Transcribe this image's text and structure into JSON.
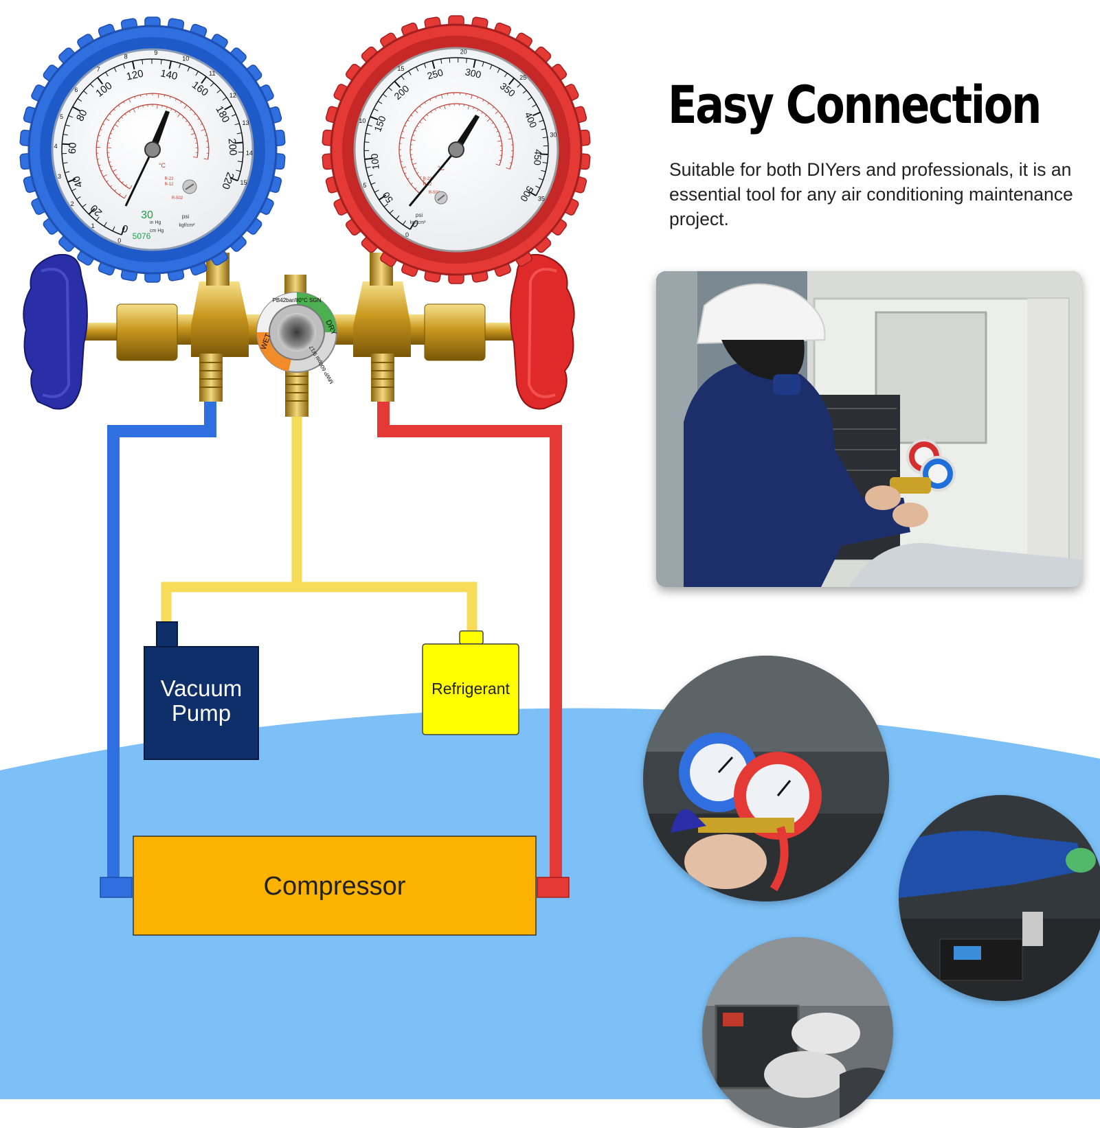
{
  "headline": "Easy Connection",
  "description": "Suitable for both DIYers and professionals, it is an essential tool for any air conditioning maintenance project.",
  "diagram": {
    "vacuum_pump_line1": "Vacuum",
    "vacuum_pump_line2": "Pump",
    "refrigerant": "Refrigerant",
    "compressor": "Compressor"
  },
  "low_gauge": {
    "psi_ticks": [
      "0",
      "20",
      "40",
      "60",
      "80",
      "100",
      "120",
      "140",
      "160",
      "180",
      "200",
      "220"
    ],
    "kgf_ticks": [
      "0",
      "1",
      "2",
      "3",
      "4",
      "5",
      "6",
      "7",
      "8",
      "9",
      "10",
      "11",
      "12",
      "13",
      "14",
      "15"
    ],
    "vac_value": "30",
    "vac_unit1": "in Hg",
    "vac_unit2": "cm Hg",
    "vac_cm": "5076",
    "unit_psi": "psi",
    "unit_kgf": "kgf/cm²",
    "unit_c": "°C",
    "ref1": "R-22",
    "ref2": "R-12",
    "ref3": "R-502"
  },
  "high_gauge": {
    "psi_ticks": [
      "0",
      "50",
      "100",
      "150",
      "200",
      "250",
      "300",
      "350",
      "400",
      "450",
      "500"
    ],
    "kgf_ticks": [
      "0",
      "5",
      "10",
      "15",
      "20",
      "25",
      "30",
      "35"
    ],
    "unit_psi": "psi",
    "unit_kgf": "kgf/cm²",
    "unit_c": "°C",
    "ref1": "R-22",
    "ref2": "R-12",
    "ref3": "R-502"
  },
  "sight_glass": {
    "top": "PB42bar/80°C SGN",
    "dry": "DRY",
    "wet": "WET",
    "bottom": "MWP 600psi 9/17"
  },
  "colors": {
    "low_side": "#2f6fe0",
    "high_side": "#e53935",
    "service": "#f7dc5a",
    "vacuum_pump": "#0f2f6b",
    "refrigerant": "#ffff00",
    "compressor": "#fbb200",
    "sky": "#7cc0f7"
  }
}
